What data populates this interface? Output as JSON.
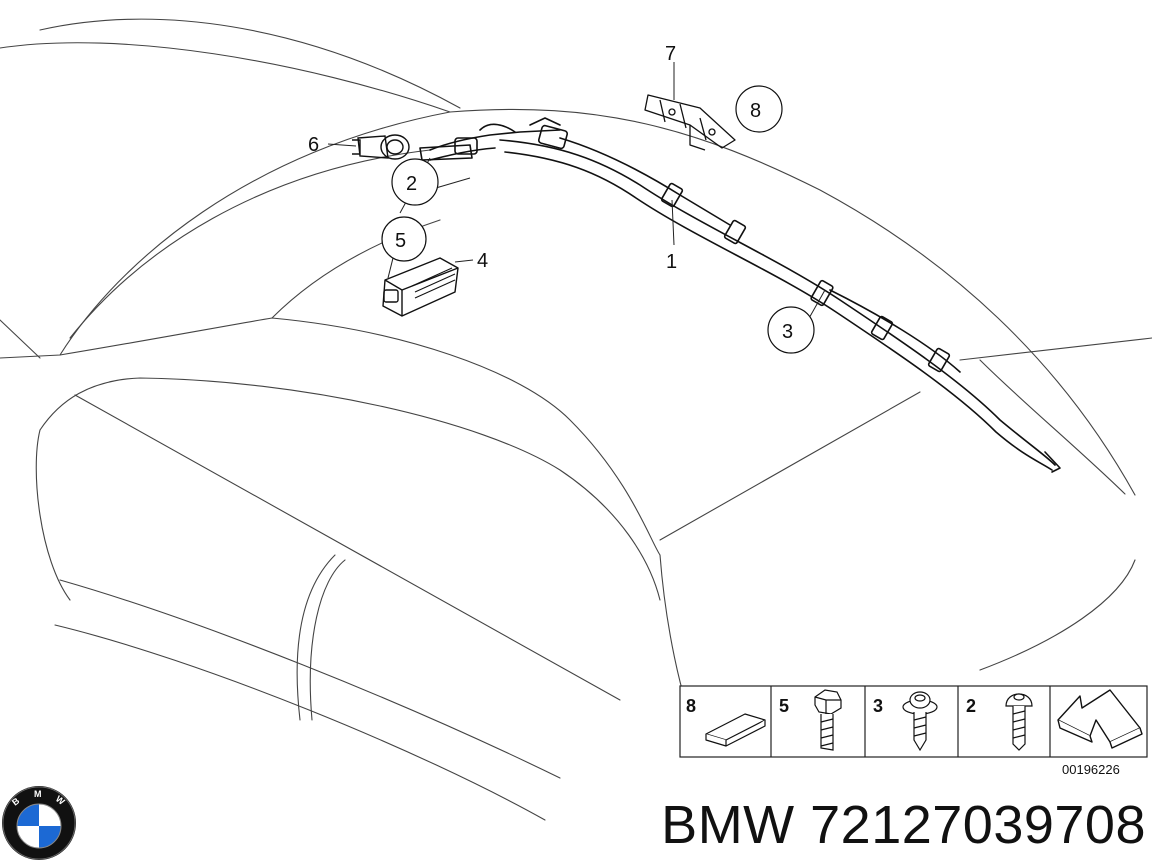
{
  "diagram": {
    "callouts": [
      {
        "id": "1",
        "label": "1",
        "circled": false
      },
      {
        "id": "2",
        "label": "2",
        "circled": true
      },
      {
        "id": "3",
        "label": "3",
        "circled": true
      },
      {
        "id": "4",
        "label": "4",
        "circled": false
      },
      {
        "id": "5",
        "label": "5",
        "circled": true
      },
      {
        "id": "6",
        "label": "6",
        "circled": false
      },
      {
        "id": "7",
        "label": "7",
        "circled": false
      },
      {
        "id": "8",
        "label": "8",
        "circled": true
      }
    ],
    "parts_box": {
      "cells": [
        {
          "label": "8",
          "part": "pad"
        },
        {
          "label": "5",
          "part": "hex-bolt"
        },
        {
          "label": "3",
          "part": "flange-screw"
        },
        {
          "label": "2",
          "part": "torx-screw"
        },
        {
          "label": "",
          "part": "direction-arrow-icon"
        }
      ]
    },
    "reference_number": "00196226"
  },
  "caption": {
    "brand": "BMW",
    "part_number": "72127039708",
    "full_text": "BMW 72127039708"
  },
  "logo": {
    "letters": [
      "B",
      "M",
      "W"
    ],
    "colors": {
      "ring": "#111111",
      "blue": "#1c69d4",
      "white": "#ffffff"
    }
  }
}
